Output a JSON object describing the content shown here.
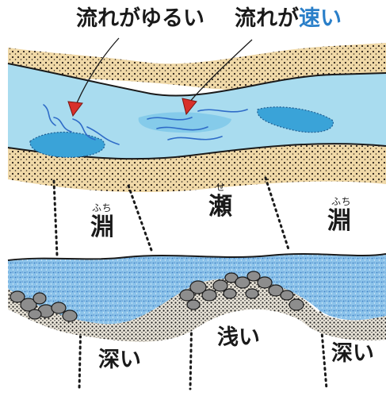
{
  "header": {
    "slow_label": "流れがゆるい",
    "fast_prefix": "流れが",
    "fast_word": "速い"
  },
  "plan_view": {
    "left": {
      "reading": "ふち",
      "term": "淵"
    },
    "center": {
      "reading": "せ",
      "term": "瀬"
    },
    "right": {
      "reading": "ふち",
      "term": "淵"
    }
  },
  "section_view": {
    "left_depth": "深い",
    "center_depth": "浅い",
    "right_depth": "深い"
  },
  "colors": {
    "water_light": "#a9dcef",
    "water_pool": "#3aa3d8",
    "current_line": "#2f6cc8",
    "sand": "#f0d9a8",
    "pointer": "#d8302a",
    "stone": "#8d8d8d"
  },
  "icons": {
    "pointer": "red-triangle-marker",
    "stones": "riverbed-stones"
  }
}
